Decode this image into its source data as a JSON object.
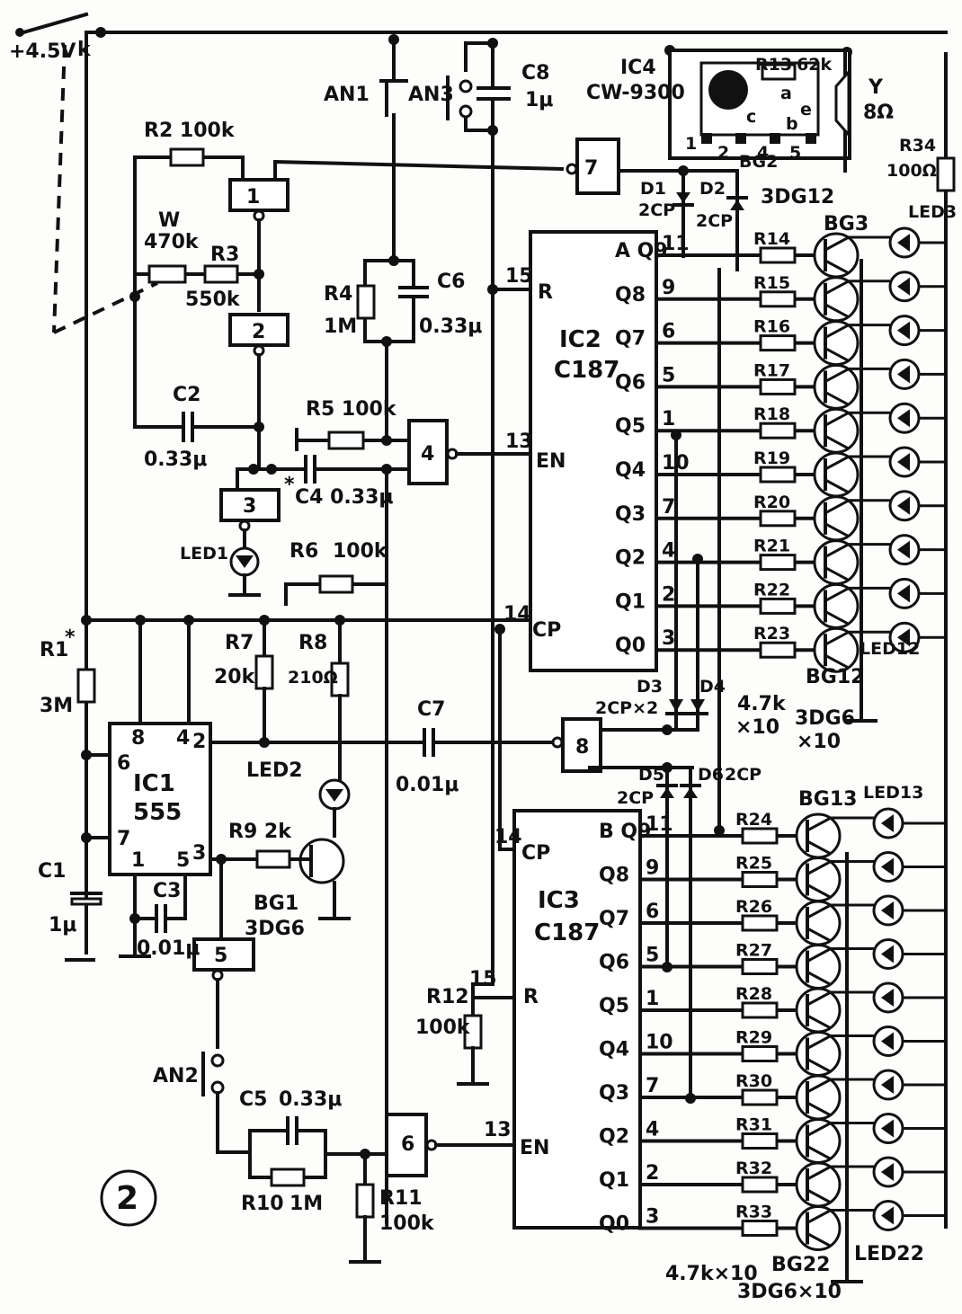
{
  "supply": {
    "voltage": "+4.5V",
    "switch": "k"
  },
  "ics": {
    "ic1": {
      "name": "IC1",
      "type": "555",
      "pins": [
        "8",
        "4",
        "2",
        "6",
        "7",
        "1",
        "5",
        "3"
      ]
    },
    "ic2": {
      "name": "IC2",
      "type": "C187",
      "pins": {
        "R": "R",
        "EN": "EN",
        "CP": "CP",
        "r_pin": "15",
        "en_pin": "13",
        "cp_pin": "14"
      }
    },
    "ic3": {
      "name": "IC3",
      "type": "C187",
      "pins": {
        "R": "R",
        "EN": "EN",
        "CP": "CP",
        "r_pin": "15",
        "en_pin": "13",
        "cp_pin": "14"
      }
    },
    "ic4": {
      "name": "IC4",
      "type": "CW-9300",
      "pins": [
        "1",
        "2",
        "4",
        "5"
      ]
    }
  },
  "gates": [
    "1",
    "2",
    "3",
    "4",
    "5",
    "6",
    "7",
    "8"
  ],
  "ic2_outputs": [
    {
      "q": "A Q9",
      "pin": "11"
    },
    {
      "q": "Q8",
      "pin": "9"
    },
    {
      "q": "Q7",
      "pin": "6"
    },
    {
      "q": "Q6",
      "pin": "5"
    },
    {
      "q": "Q5",
      "pin": "1"
    },
    {
      "q": "Q4",
      "pin": "10"
    },
    {
      "q": "Q3",
      "pin": "7"
    },
    {
      "q": "Q2",
      "pin": "4"
    },
    {
      "q": "Q1",
      "pin": "2"
    },
    {
      "q": "Q0",
      "pin": "3"
    }
  ],
  "ic3_outputs": [
    {
      "q": "B Q9",
      "pin": "11"
    },
    {
      "q": "Q8",
      "pin": "9"
    },
    {
      "q": "Q7",
      "pin": "6"
    },
    {
      "q": "Q6",
      "pin": "5"
    },
    {
      "q": "Q5",
      "pin": "1"
    },
    {
      "q": "Q4",
      "pin": "10"
    },
    {
      "q": "Q3",
      "pin": "7"
    },
    {
      "q": "Q2",
      "pin": "4"
    },
    {
      "q": "Q1",
      "pin": "2"
    },
    {
      "q": "Q0",
      "pin": "3"
    }
  ],
  "ic2_resistors": [
    "R14",
    "R15",
    "R16",
    "R17",
    "R18",
    "R19",
    "R20",
    "R21",
    "R22",
    "R23"
  ],
  "ic3_resistors": [
    "R24",
    "R25",
    "R26",
    "R27",
    "R28",
    "R29",
    "R30",
    "R31",
    "R32",
    "R33"
  ],
  "labels": {
    "r2": "R2 100k",
    "w": "W",
    "w_val": "470k",
    "r3": "R3",
    "r3_val": "550k",
    "c2": "C2",
    "c2_val": "0.33μ",
    "r4": "R4",
    "r4_val": "1M",
    "c6": "C6",
    "c6_val": "0.33μ",
    "r5": "R5 100k",
    "c4": "C4 0.33μ",
    "c4_star": "*",
    "r6": "R6",
    "r6_val": "100k",
    "led1": "LED1",
    "r1": "R1",
    "r1_star": "*",
    "r1_val": "3M",
    "c1": "C1",
    "c1_val": "1μ",
    "c3": "C3",
    "c3_val": "0.01μ",
    "r7": "R7",
    "r7_val": "20k",
    "r8": "R8",
    "r8_val": "210Ω",
    "led2": "LED2",
    "c7": "C7",
    "c7_val": "0.01μ",
    "r9": "R9 2k",
    "bg1": "BG1",
    "bg1_val": "3DG6",
    "an1": "AN1",
    "an3": "AN3",
    "an2": "AN2",
    "c8": "C8",
    "c8_val": "1μ",
    "c5": "C5",
    "c5_val": "0.33μ",
    "r10": "R10",
    "r10_val": "1M",
    "r11": "R11",
    "r11_val": "100k",
    "r12": "R12",
    "r12_val": "100k",
    "r13": "R13",
    "r13_val": "62k",
    "y": "Y",
    "y_val": "8Ω",
    "r34": "R34",
    "r34_val": "100Ω",
    "led3": "LED3",
    "led12": "LED12",
    "led13": "LED13",
    "led22": "LED22",
    "bg2": "BG2",
    "bg2_val": "3DG12",
    "bg3": "BG3",
    "bg12": "BG12",
    "bg12_val": "3DG6",
    "bg12_x": "×10",
    "bg13": "BG13",
    "bg22": "BG22",
    "bg22_val": "3DG6×10",
    "d1": "D1",
    "d1_val": "2CP",
    "d2": "D2",
    "d2_val": "2CP",
    "d3": "D3",
    "d3_val": "2CP×2",
    "d4": "D4",
    "d5": "D5",
    "d5_val": "2CP",
    "d6": "D6",
    "d6_val": "2CP",
    "r23_val": "4.7k",
    "r23_x": "×10",
    "r33_val": "4.7k×10",
    "ic4_pins": [
      "c",
      "a",
      "b",
      "e"
    ],
    "figure": "2"
  }
}
